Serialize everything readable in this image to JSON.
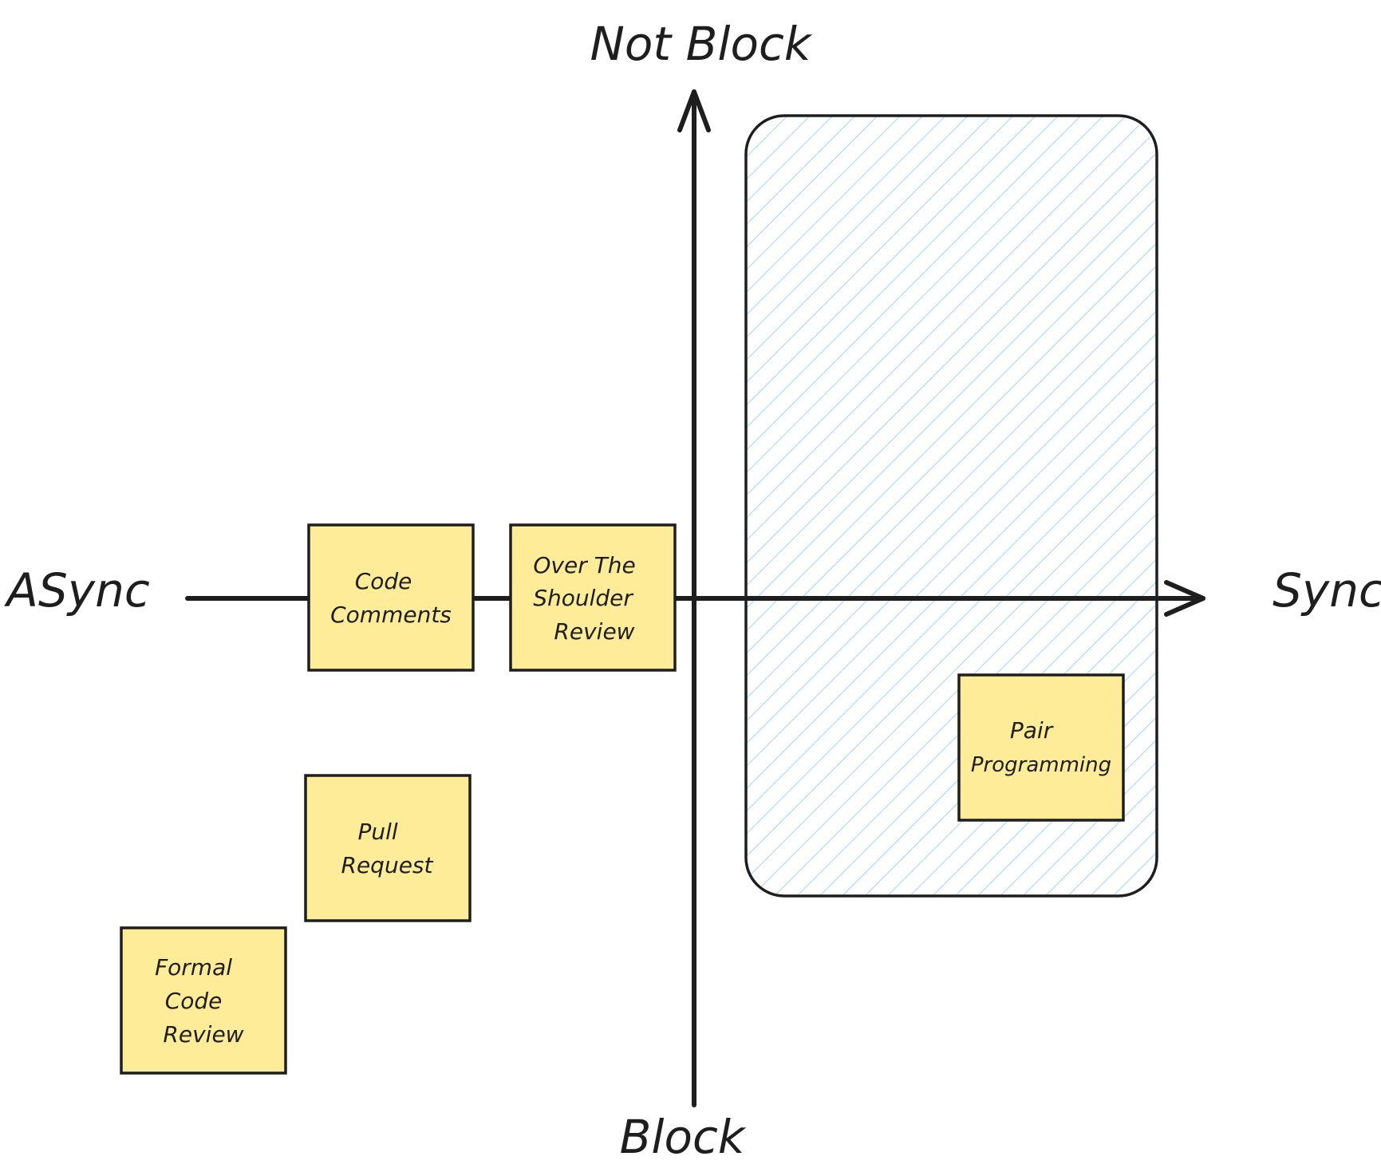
{
  "axes": {
    "top": "Not Block",
    "bottom": "Block",
    "left": "ASync",
    "right": "Sync"
  },
  "notes": [
    {
      "lines": [
        "Code",
        "Comments"
      ]
    },
    {
      "lines": [
        "Over The",
        "Shoulder",
        "Review"
      ]
    },
    {
      "lines": [
        "Pull",
        "Request"
      ]
    },
    {
      "lines": [
        "Formal",
        "Code",
        "Review"
      ]
    },
    {
      "lines": [
        "Pair",
        "Programming"
      ]
    }
  ],
  "colors": {
    "stroke": "#1e1e1e",
    "note_fill": "#ffec99",
    "region_hatch": "#a5d8ff"
  }
}
